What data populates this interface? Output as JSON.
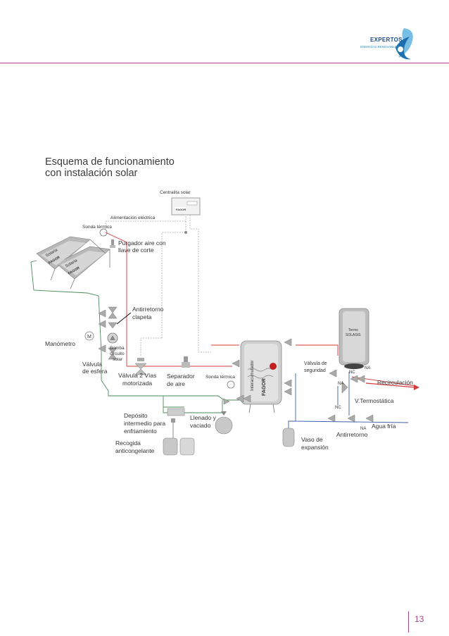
{
  "brand": {
    "word": "EXPERTOS",
    "subtitle": "ENERGÍAS RENOVABLES",
    "accent": "#b03a8c",
    "blue": "#1d4f8a"
  },
  "title": {
    "line1": "Esquema de funcionamiento",
    "line2": "con instalación solar"
  },
  "labels": {
    "centralita": "Centralita solar",
    "alimentacion": "Alimentación eléctrica",
    "sonda_termica_top": "Sonda térmica",
    "purgador_1": "Purgador aire con",
    "purgador_2": "llave de corte",
    "antirretorno_1": "Antirretorno",
    "antirretorno_2": "clapeta",
    "manometro": "Manómetro",
    "bomba_1": "Bomba",
    "bomba_2": "circuito",
    "bomba_3": "solar",
    "valvula_esfera_1": "Válvula",
    "valvula_esfera_2": "de esfera",
    "valvula_2vias_1": "Válvula 2 Vías",
    "valvula_2vias_2": "motorizada",
    "separador_1": "Separador",
    "separador_2": "de aire",
    "sonda_termica_mid": "Sonda térmica",
    "interacumulador": "Interacumulador",
    "deposito_1": "Depósito",
    "deposito_2": "intermedio para",
    "deposito_3": "enfriamiento",
    "llenado_1": "Llenado y",
    "llenado_2": "vaciado",
    "recogida_1": "Recogida",
    "recogida_2": "anticongelante",
    "valvula_seguridad_1": "Válvula de",
    "valvula_seguridad_2": "seguridad",
    "termo_1": "Termo",
    "termo_2": "SOLASIS",
    "nc1": "NC",
    "na1": "NA",
    "na2": "NA",
    "nc2": "NC",
    "na3": "NA",
    "recirculacion": "Recirculación",
    "vtermostatica": "V.Termostática",
    "agua_fria": "Agua fría",
    "antirretorno_bottom": "Antirretorno",
    "vaso_1": "Vaso de",
    "vaso_2": "expansión",
    "panel_solaria": "Solaria",
    "fagor": "FAGOR",
    "m": "M"
  },
  "page": {
    "number": "13"
  },
  "colors": {
    "hot": "#d23a3a",
    "cold": "#4a8a5a",
    "cold_blue": "#3a5ea8",
    "electric": "#9a9a9a",
    "tank": "#c8c8c8"
  }
}
